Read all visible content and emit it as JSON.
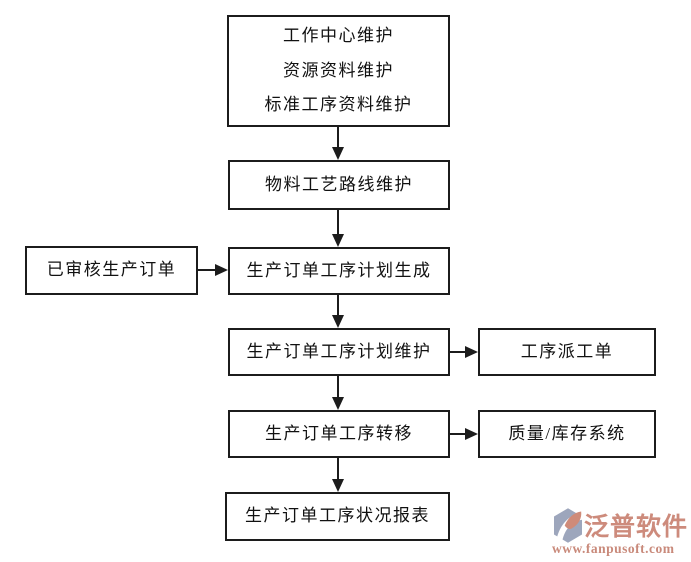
{
  "flowchart": {
    "nodes": {
      "master_data": {
        "lines": [
          "工作中心维护",
          "资源资料维护",
          "标准工序资料维护"
        ]
      },
      "routing_maintain": {
        "label": "物料工艺路线维护"
      },
      "approved_order": {
        "label": "已审核生产订单"
      },
      "plan_generate": {
        "label": "生产订单工序计划生成"
      },
      "plan_maintain": {
        "label": "生产订单工序计划维护"
      },
      "dispatch_order": {
        "label": "工序派工单"
      },
      "operation_transfer": {
        "label": "生产订单工序转移"
      },
      "quality_inventory": {
        "label": "质量/库存系统"
      },
      "status_report": {
        "label": "生产订单工序状况报表"
      }
    },
    "colors": {
      "box_border": "#1c1c1c",
      "box_fill": "#ffffff",
      "text": "#111111",
      "arrow": "#1c1c1c"
    }
  },
  "logo": {
    "name": "泛普软件",
    "url": "www.fanpusoft.com",
    "brand_color": "#cd8b7c",
    "icon_color": "#9da6bc"
  }
}
